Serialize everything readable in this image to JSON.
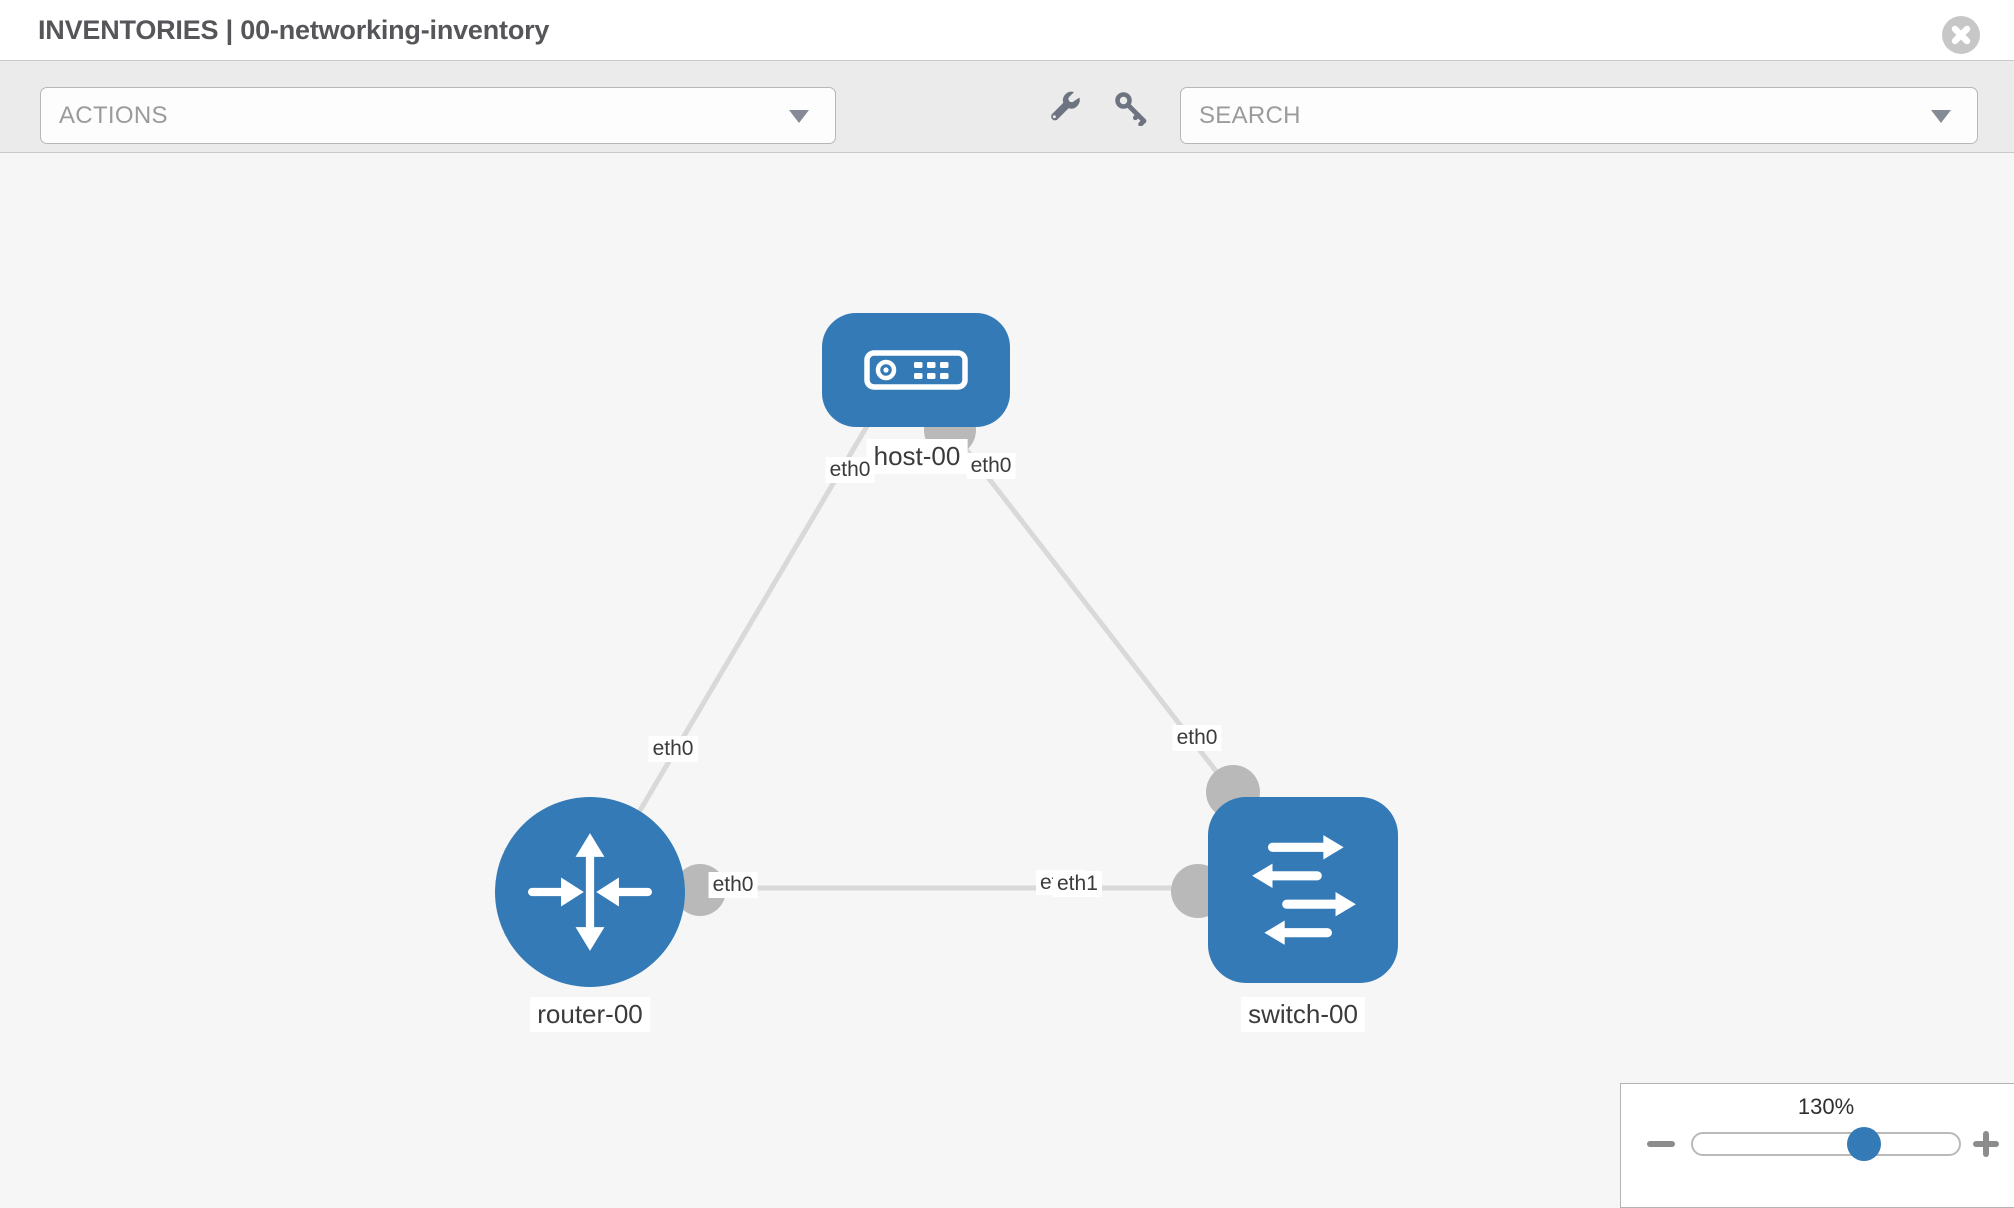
{
  "header": {
    "title": "INVENTORIES | 00-networking-inventory"
  },
  "toolbar": {
    "actions_label": "ACTIONS",
    "search_label": "SEARCH"
  },
  "icons": {
    "close": "x-circle",
    "wrench": "wrench",
    "key": "key",
    "dropdown_caret": "caret-down",
    "zoom_out": "minus",
    "zoom_in": "plus"
  },
  "topology": {
    "nodes": [
      {
        "label": "host-00",
        "type": "host"
      },
      {
        "label": "router-00",
        "type": "router"
      },
      {
        "label": "switch-00",
        "type": "switch"
      }
    ],
    "interfaces": {
      "host_left": "eth0",
      "host_right": "eth0",
      "router_uplink": "eth0",
      "router_right": "eth0",
      "switch_top": "eth0",
      "switch_left_under": "eth0",
      "switch_left": "eth1"
    },
    "links": [
      {
        "from": "host-00",
        "from_if": "eth0",
        "to": "router-00",
        "to_if": "eth0"
      },
      {
        "from": "host-00",
        "from_if": "eth0",
        "to": "switch-00",
        "to_if": "eth0"
      },
      {
        "from": "router-00",
        "from_if": "eth0",
        "to": "switch-00",
        "to_if": "eth1"
      }
    ]
  },
  "zoom_control": {
    "level": "130%"
  },
  "colors": {
    "node_blue": "#337ab7",
    "link_gray": "#d9d9d9",
    "connector_gray": "#b9b9b9",
    "canvas_bg": "#f6f6f6",
    "toolbar_bg": "#ebebeb"
  }
}
